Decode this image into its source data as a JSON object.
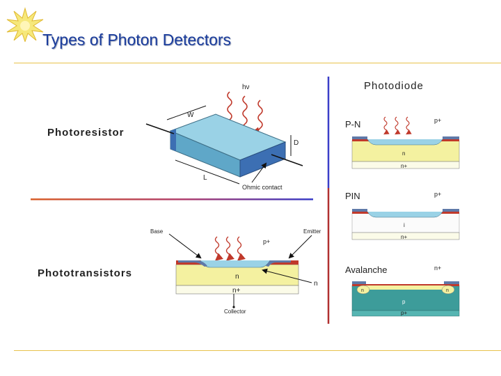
{
  "slide": {
    "title": "Types of Photon Detectors"
  },
  "photoresistor": {
    "heading": "Photoresistor",
    "photon_label": "hν",
    "width_label": "W",
    "depth_label": "D",
    "length_label": "L",
    "contact_label": "Ohmic contact"
  },
  "phototransistor": {
    "heading": "Phototransistors",
    "base_label": "Base",
    "emitter_label": "Emitter",
    "collector_label": "Collector",
    "p_plus_label": "p+",
    "n_label": "n",
    "n_plus_label": "n+",
    "n_side_label": "n"
  },
  "photodiode": {
    "heading": "Photodiode",
    "pn": {
      "label": "P-N",
      "top_label": "p+",
      "layer_n": "n",
      "layer_nplus": "n+"
    },
    "pin": {
      "label": "PIN",
      "top_label": "p+",
      "layer_i": "i",
      "layer_nplus": "n+"
    },
    "avalanche": {
      "label": "Avalanche",
      "top_label": "n+",
      "left_n": "n",
      "right_n": "n",
      "layer_p": "p",
      "layer_pplus": "p+"
    }
  },
  "colors": {
    "title": "#1a3c9c",
    "accent_rule": "#e8c24a",
    "divider_blue": "#3a3ec8",
    "divider_red": "#b03030",
    "device_yellow": "#f4f1a0",
    "device_blue": "#6fb7d8",
    "metal": "#5f79a8",
    "oxide": "#c0392b"
  }
}
